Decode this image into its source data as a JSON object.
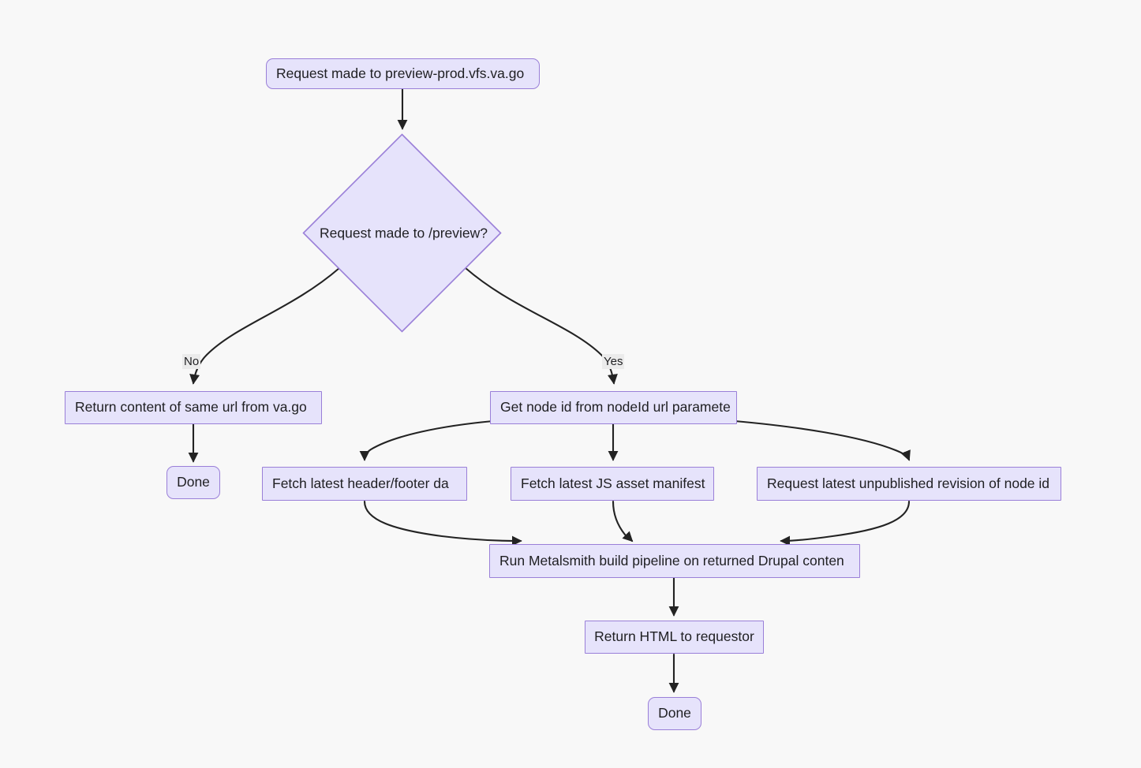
{
  "diagram": {
    "type": "flowchart",
    "direction": "top-down",
    "background_color": "#f8f8f8",
    "node_fill_color": "#e6e3fb",
    "node_border_color": "#9a7fd8",
    "edge_color": "#232323",
    "text_color": "#1f1f22",
    "edge_label_background": "#ebebeb",
    "nodes": [
      {
        "id": "start",
        "shape": "stadium",
        "label": "Request made to preview-prod.vfs.va.go",
        "clipped": true
      },
      {
        "id": "decision",
        "shape": "diamond",
        "label": "Request made to /preview?",
        "clipped": true
      },
      {
        "id": "return_same_url",
        "shape": "rect",
        "label": "Return content of same url from va.go",
        "clipped": true
      },
      {
        "id": "done_left",
        "shape": "stadium",
        "label": "Done",
        "clipped": false
      },
      {
        "id": "get_node_id",
        "shape": "rect",
        "label": "Get node id from nodeId url paramete",
        "clipped": true
      },
      {
        "id": "fetch_header_footer",
        "shape": "rect",
        "label": "Fetch latest header/footer da",
        "clipped": true
      },
      {
        "id": "fetch_js_manifest",
        "shape": "rect",
        "label": "Fetch latest JS asset manifest",
        "clipped": true
      },
      {
        "id": "request_revision",
        "shape": "rect",
        "label": "Request latest unpublished revision of node id",
        "clipped": true
      },
      {
        "id": "run_metalsmith",
        "shape": "rect",
        "label": "Run Metalsmith build pipeline on returned Drupal conten",
        "clipped": true
      },
      {
        "id": "return_html",
        "shape": "rect",
        "label": "Return HTML to requestor",
        "clipped": false
      },
      {
        "id": "done_bottom",
        "shape": "stadium",
        "label": "Done",
        "clipped": false
      }
    ],
    "edge_labels": {
      "no": "No",
      "yes": "Yes"
    },
    "edges": [
      {
        "from": "start",
        "to": "decision",
        "label": ""
      },
      {
        "from": "decision",
        "to": "return_same_url",
        "label": "No"
      },
      {
        "from": "decision",
        "to": "get_node_id",
        "label": "Yes"
      },
      {
        "from": "return_same_url",
        "to": "done_left",
        "label": ""
      },
      {
        "from": "get_node_id",
        "to": "fetch_header_footer",
        "label": ""
      },
      {
        "from": "get_node_id",
        "to": "fetch_js_manifest",
        "label": ""
      },
      {
        "from": "get_node_id",
        "to": "request_revision",
        "label": ""
      },
      {
        "from": "fetch_header_footer",
        "to": "run_metalsmith",
        "label": ""
      },
      {
        "from": "fetch_js_manifest",
        "to": "run_metalsmith",
        "label": ""
      },
      {
        "from": "request_revision",
        "to": "run_metalsmith",
        "label": ""
      },
      {
        "from": "run_metalsmith",
        "to": "return_html",
        "label": ""
      },
      {
        "from": "return_html",
        "to": "done_bottom",
        "label": ""
      }
    ]
  }
}
